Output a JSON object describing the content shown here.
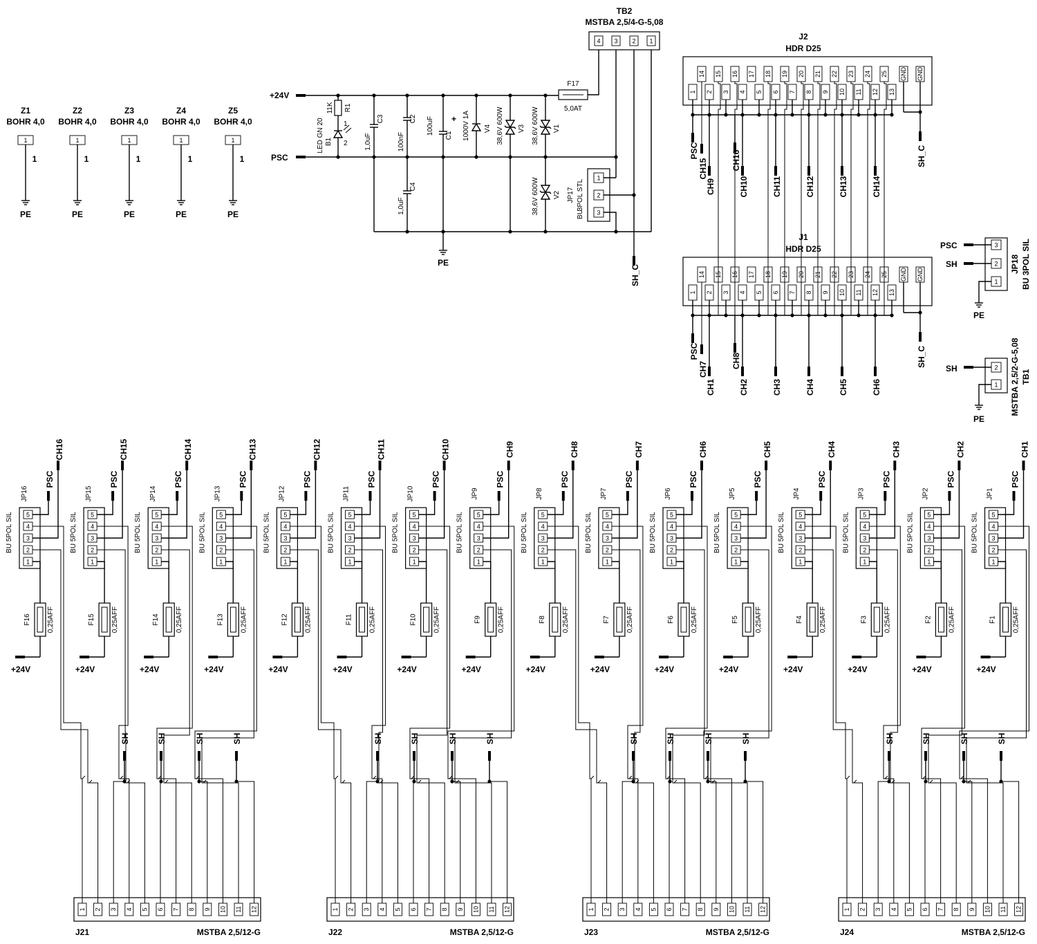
{
  "mounting_holes": [
    {
      "ref": "Z1",
      "value": "BOHR 4,0",
      "pin": "1",
      "pin_label": "1",
      "net": "PE"
    },
    {
      "ref": "Z2",
      "value": "BOHR 4,0",
      "pin": "1",
      "pin_label": "1",
      "net": "PE"
    },
    {
      "ref": "Z3",
      "value": "BOHR 4,0",
      "pin": "1",
      "pin_label": "1",
      "net": "PE"
    },
    {
      "ref": "Z4",
      "value": "BOHR 4,0",
      "pin": "1",
      "pin_label": "1",
      "net": "PE"
    },
    {
      "ref": "Z5",
      "value": "BOHR 4,0",
      "pin": "1",
      "pin_label": "1",
      "net": "PE"
    }
  ],
  "power": {
    "net_24v": "+24V",
    "net_psc": "PSC",
    "net_pe": "PE",
    "net_shc": "SH_C",
    "tb2": {
      "ref": "TB2",
      "value": "MSTBA 2,5/4-G-5,08",
      "pins": [
        "4",
        "3",
        "2",
        "1"
      ]
    },
    "f17": {
      "ref": "F17",
      "value": "5,0AT"
    },
    "r1": {
      "ref": "R1",
      "value": "11K"
    },
    "b1": {
      "ref": "B1",
      "value": "LED GN 20",
      "pin1": "1",
      "pin2": "2"
    },
    "c3": {
      "ref": "C3",
      "value": "1,0uF"
    },
    "c2": {
      "ref": "C2",
      "value": "100nF"
    },
    "c4": {
      "ref": "C4",
      "value": "1,0uF"
    },
    "c1": {
      "ref": "C1",
      "value": "100uF",
      "polarity": "+"
    },
    "v4": {
      "ref": "V4",
      "value": "1000V 1A"
    },
    "v3": {
      "ref": "V3",
      "value": "38,6V 600W"
    },
    "v1": {
      "ref": "V1",
      "value": "38,6V 600W"
    },
    "v2": {
      "ref": "V2",
      "value": "38,6V 600W"
    },
    "jp17": {
      "ref": "JP17",
      "value_line1": "3POL STL",
      "value_line2": "BU",
      "pins": [
        "1",
        "2",
        "3"
      ]
    }
  },
  "headers": [
    {
      "ref": "J2",
      "value": "HDR D25",
      "top_pins": [
        "14",
        "15",
        "16",
        "17",
        "18",
        "19",
        "20",
        "21",
        "22",
        "23",
        "24",
        "25",
        "GND",
        "GND"
      ],
      "bottom_pins": [
        "1",
        "2",
        "3",
        "4",
        "5",
        "6",
        "7",
        "8",
        "9",
        "10",
        "11",
        "12",
        "13"
      ],
      "labels": {
        "psc": "PSC",
        "sh_c": "SH_C",
        "upper": [
          "CH15",
          "CH16"
        ],
        "lower": [
          "CH9",
          "CH10",
          "CH11",
          "CH12",
          "CH13",
          "CH14"
        ]
      }
    },
    {
      "ref": "J1",
      "value": "HDR D25",
      "top_pins": [
        "14",
        "15",
        "16",
        "17",
        "18",
        "19",
        "20",
        "21",
        "22",
        "23",
        "24",
        "25",
        "GND",
        "GND"
      ],
      "bottom_pins": [
        "1",
        "2",
        "3",
        "4",
        "5",
        "6",
        "7",
        "8",
        "9",
        "10",
        "11",
        "12",
        "13"
      ],
      "labels": {
        "psc": "PSC",
        "sh_c": "SH_C",
        "upper": [
          "CH7",
          "CH8"
        ],
        "lower": [
          "CH1",
          "CH2",
          "CH3",
          "CH4",
          "CH5",
          "CH6"
        ]
      }
    }
  ],
  "jp18": {
    "ref": "JP18",
    "value": "BU 3POL SIL",
    "pins": [
      "3",
      "2",
      "1"
    ],
    "nets": [
      "PSC",
      "SH",
      "PE"
    ]
  },
  "tb1": {
    "ref": "TB1",
    "value": "MSTBA 2,5/2-G-5,08",
    "pins": [
      "2",
      "1"
    ],
    "nets": [
      "SH",
      "PE"
    ]
  },
  "channels": [
    {
      "jp": "JP16",
      "fuse": "F16",
      "ch": "CH16"
    },
    {
      "jp": "JP15",
      "fuse": "F15",
      "ch": "CH15"
    },
    {
      "jp": "JP14",
      "fuse": "F14",
      "ch": "CH14"
    },
    {
      "jp": "JP13",
      "fuse": "F13",
      "ch": "CH13"
    },
    {
      "jp": "JP12",
      "fuse": "F12",
      "ch": "CH12"
    },
    {
      "jp": "JP11",
      "fuse": "F11",
      "ch": "CH11"
    },
    {
      "jp": "JP10",
      "fuse": "F10",
      "ch": "CH10"
    },
    {
      "jp": "JP9",
      "fuse": "F9",
      "ch": "CH9"
    },
    {
      "jp": "JP8",
      "fuse": "F8",
      "ch": "CH8"
    },
    {
      "jp": "JP7",
      "fuse": "F7",
      "ch": "CH7"
    },
    {
      "jp": "JP6",
      "fuse": "F6",
      "ch": "CH6"
    },
    {
      "jp": "JP5",
      "fuse": "F5",
      "ch": "CH5"
    },
    {
      "jp": "JP4",
      "fuse": "F4",
      "ch": "CH4"
    },
    {
      "jp": "JP3",
      "fuse": "F3",
      "ch": "CH3"
    },
    {
      "jp": "JP2",
      "fuse": "F2",
      "ch": "CH2"
    },
    {
      "jp": "JP1",
      "fuse": "F1",
      "ch": "CH1"
    }
  ],
  "channel_common": {
    "jp_value": "BU 5POL SIL",
    "jp_pins": [
      "5",
      "4",
      "3",
      "2",
      "1"
    ],
    "fuse_value": "0,25AFF",
    "psc": "PSC",
    "supply": "+24V",
    "sh": "SH"
  },
  "terminals": [
    {
      "ref": "J21",
      "value": "MSTBA 2,5/12-G"
    },
    {
      "ref": "J22",
      "value": "MSTBA 2,5/12-G"
    },
    {
      "ref": "J23",
      "value": "MSTBA 2,5/12-G"
    },
    {
      "ref": "J24",
      "value": "MSTBA 2,5/12-G"
    }
  ],
  "terminal_pins": [
    "1",
    "2",
    "3",
    "4",
    "5",
    "6",
    "7",
    "8",
    "9",
    "10",
    "11",
    "12"
  ]
}
